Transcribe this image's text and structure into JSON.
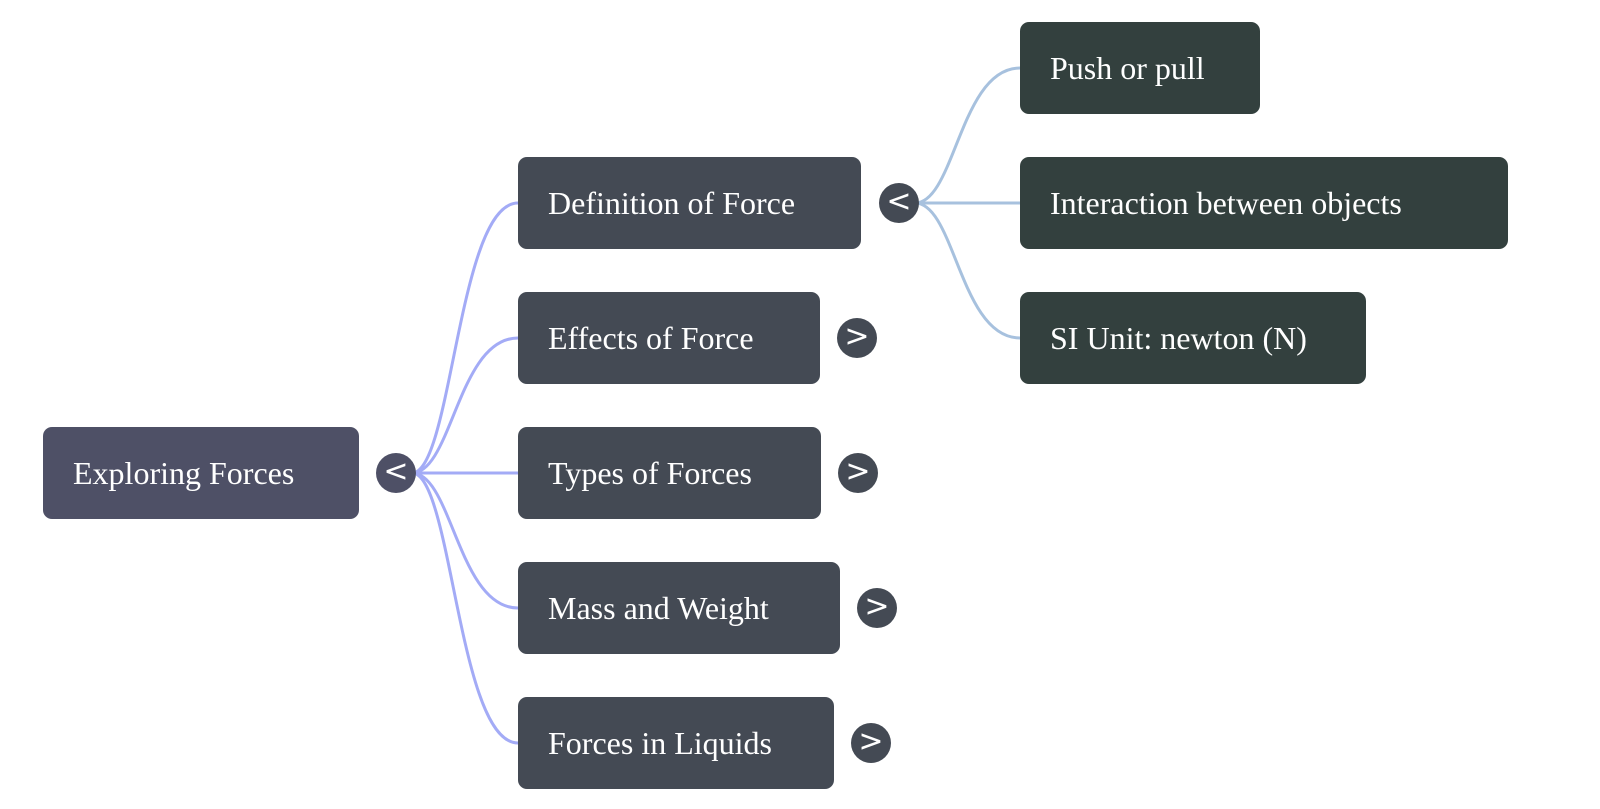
{
  "mindmap": {
    "root": {
      "label": "Exploring Forces",
      "toggle": "<",
      "expanded": true
    },
    "branches": [
      {
        "label": "Definition of Force",
        "toggle": "<",
        "expanded": true,
        "children": [
          {
            "label": "Push or pull"
          },
          {
            "label": "Interaction between objects"
          },
          {
            "label": "SI Unit: newton (N)"
          }
        ]
      },
      {
        "label": "Effects of Force",
        "toggle": ">",
        "expanded": false
      },
      {
        "label": "Types of Forces",
        "toggle": ">",
        "expanded": false
      },
      {
        "label": "Mass and Weight",
        "toggle": ">",
        "expanded": false
      },
      {
        "label": "Forces in Liquids",
        "toggle": ">",
        "expanded": false
      }
    ]
  },
  "colors": {
    "root_node": "#4e5066",
    "branch_node": "#444a54",
    "leaf_node": "#33403e",
    "root_links": "#a3abf6",
    "branch_links": "#a7c1de",
    "text": "#ffffff",
    "background": "#ffffff"
  }
}
